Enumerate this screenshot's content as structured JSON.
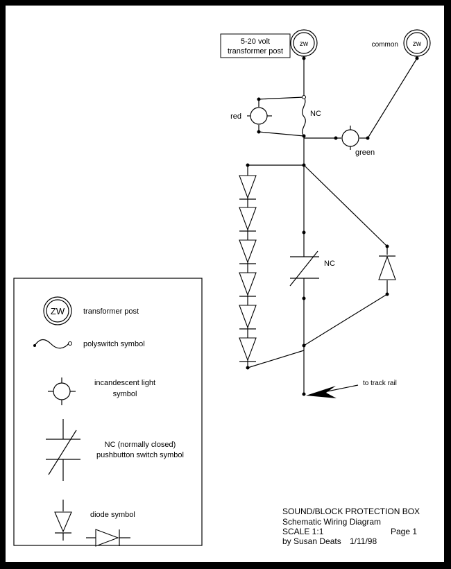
{
  "labels": {
    "transformer_post": "5-20 volt",
    "transformer_post_2": "transformer post",
    "zw_main": "zw",
    "common": "common",
    "zw_common": "zw",
    "red": "red",
    "nc_poly": "NC",
    "green": "green",
    "nc_switch": "NC",
    "to_track_rail": "to track rail"
  },
  "legend": {
    "zw": "ZW",
    "transformer_post": "transformer post",
    "polyswitch": "polyswitch symbol",
    "light_1": "incandescent light",
    "light_2": "symbol",
    "switch_1": "NC (normally closed)",
    "switch_2": "pushbutton switch symbol",
    "diode": "diode symbol"
  },
  "title_block": {
    "title": "SOUND/BLOCK PROTECTION BOX",
    "subtitle": "Schematic Wiring Diagram",
    "scale": "SCALE 1:1",
    "page": "Page 1",
    "author": "by Susan Deats",
    "date": "1/11/98"
  }
}
